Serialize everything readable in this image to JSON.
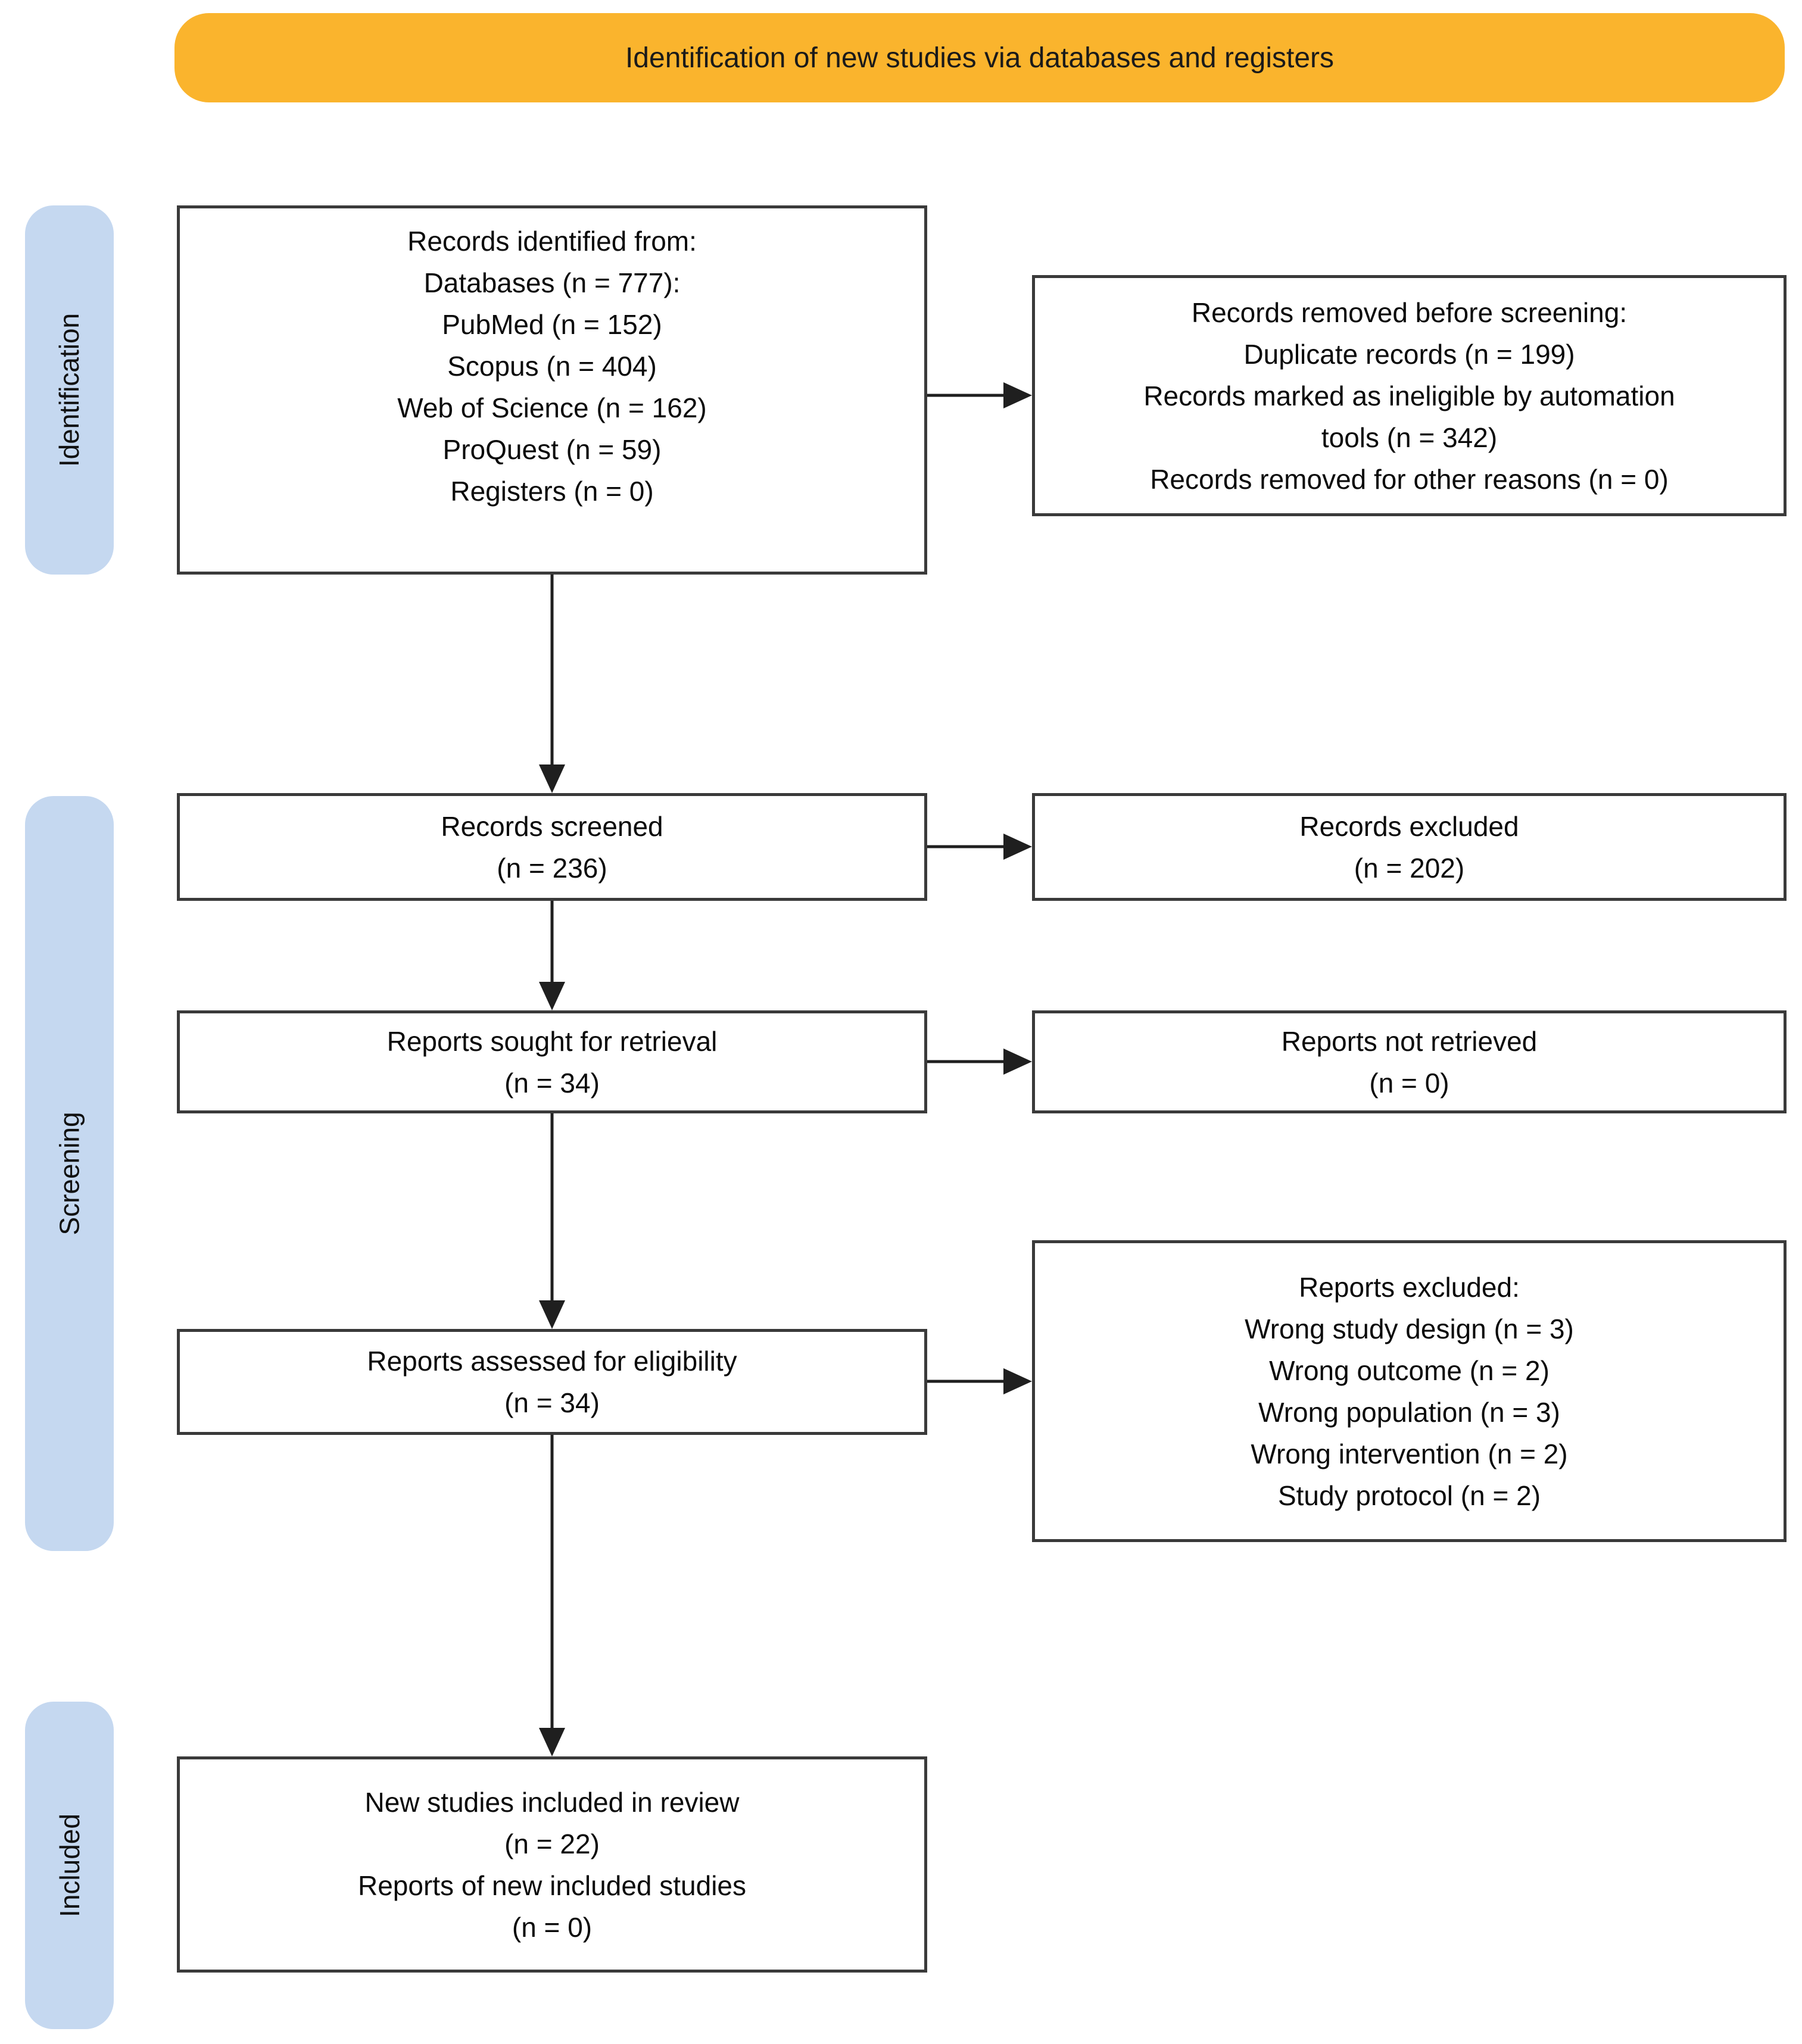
{
  "banner": {
    "label": "Identification of new studies via databases and registers"
  },
  "sidebar": {
    "stages": [
      {
        "label": "Identification"
      },
      {
        "label": "Screening"
      },
      {
        "label": "Included"
      }
    ]
  },
  "boxes": {
    "identified": {
      "lines": [
        "Records identified from:",
        "Databases (n = 777):",
        "PubMed (n = 152)",
        "Scopus (n = 404)",
        "Web of Science (n = 162)",
        "ProQuest (n = 59)",
        "Registers (n = 0)"
      ]
    },
    "removed": {
      "lines": [
        "Records removed before screening:",
        "Duplicate records (n = 199)",
        "Records marked as ineligible by automation",
        "tools (n = 342)",
        "Records removed for other reasons (n = 0)"
      ]
    },
    "screened": {
      "lines": [
        "Records screened",
        "(n = 236)"
      ]
    },
    "excluded": {
      "lines": [
        "Records excluded",
        "(n = 202)"
      ]
    },
    "sought": {
      "lines": [
        "Reports sought for retrieval",
        "(n = 34)"
      ]
    },
    "not_retrieved": {
      "lines": [
        "Reports not retrieved",
        "(n = 0)"
      ]
    },
    "assessed": {
      "lines": [
        "Reports assessed for eligibility",
        "(n = 34)"
      ]
    },
    "reports_excluded": {
      "lines": [
        "Reports excluded:",
        "Wrong study design (n = 3)",
        "Wrong outcome (n = 2)",
        "Wrong population (n = 3)",
        "Wrong intervention (n = 2)",
        "Study protocol (n = 2)"
      ]
    },
    "included": {
      "lines": [
        "New studies included in review",
        "(n = 22)",
        "Reports of new included studies",
        "(n = 0)"
      ]
    }
  },
  "colors": {
    "banner_bg": "#FAB42D",
    "stage_pill_bg": "#C5D8F0",
    "box_border": "#3a3a3a",
    "arrow": "#1f1f1f"
  }
}
